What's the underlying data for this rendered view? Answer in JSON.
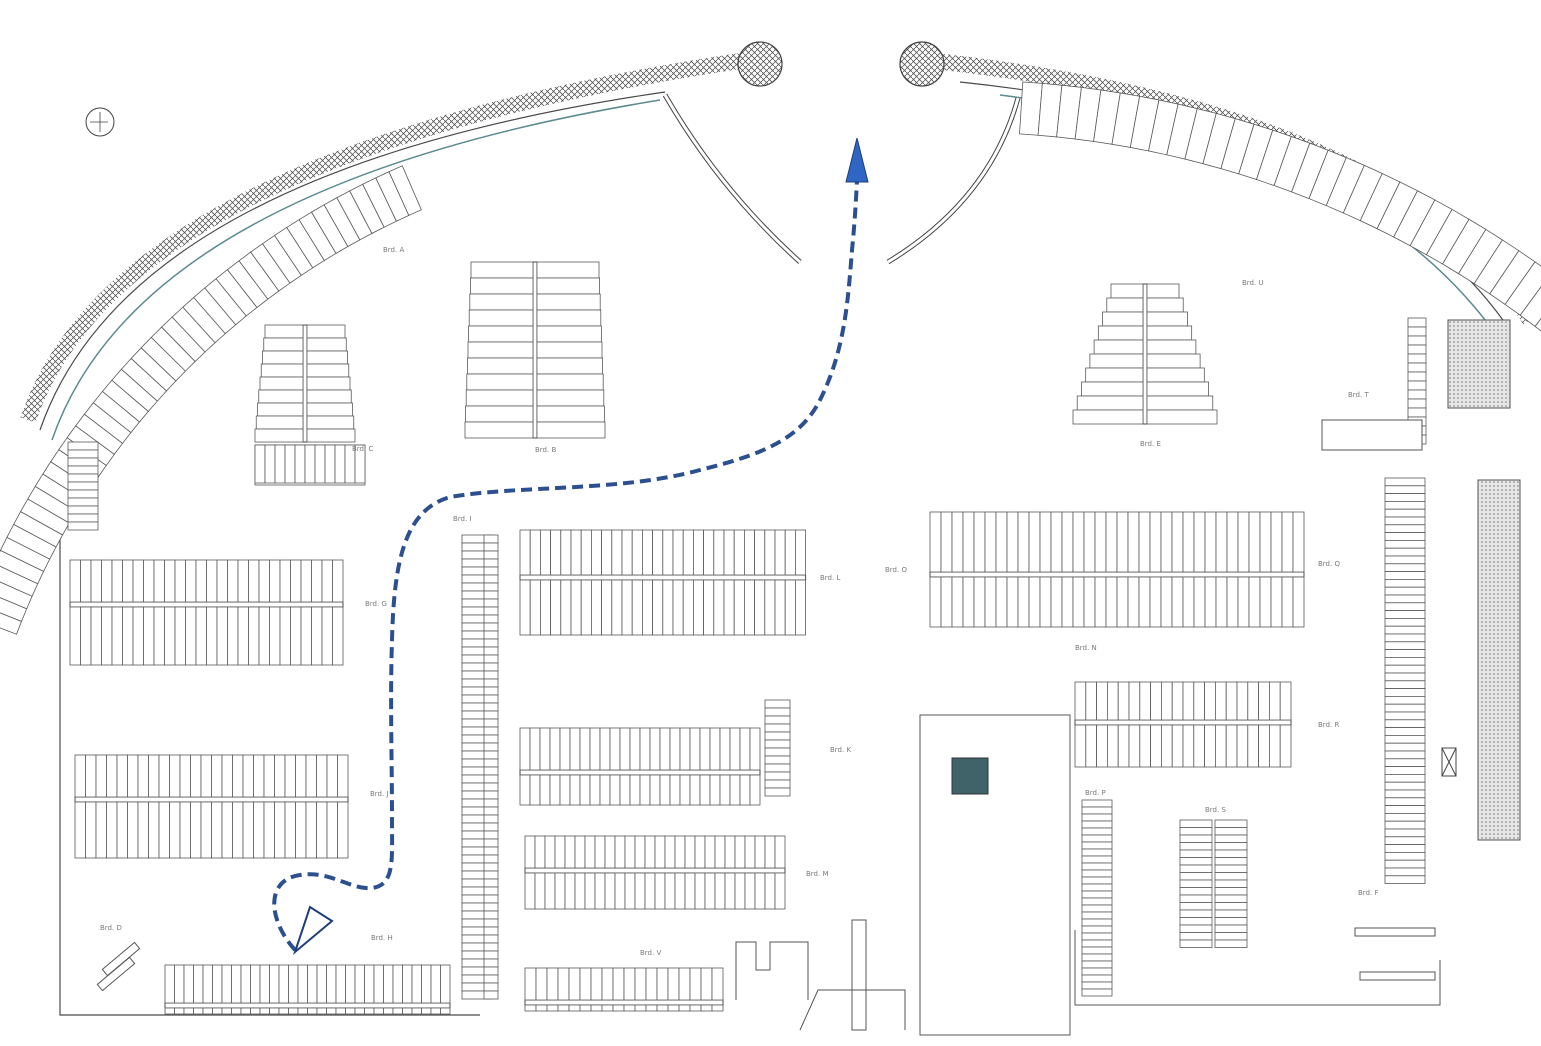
{
  "route": {
    "color": "#2b4f8f",
    "start_icon": "start-triangle-icon",
    "end_icon": "arrow-head-icon"
  },
  "compass_icon": "north-arrow-icon",
  "docks": [
    {
      "id": "A",
      "label": "Brd. A"
    },
    {
      "id": "B",
      "label": "Brd. B"
    },
    {
      "id": "C",
      "label": "Brd. C"
    },
    {
      "id": "D",
      "label": "Brd. D"
    },
    {
      "id": "E",
      "label": "Brd. E"
    },
    {
      "id": "F",
      "label": "Brd. F"
    },
    {
      "id": "G",
      "label": "Brd. G"
    },
    {
      "id": "H",
      "label": "Brd. H"
    },
    {
      "id": "I",
      "label": "Brd. I"
    },
    {
      "id": "J",
      "label": "Brd. J"
    },
    {
      "id": "K",
      "label": "Brd. K"
    },
    {
      "id": "L",
      "label": "Brd. L"
    },
    {
      "id": "M",
      "label": "Brd. M"
    },
    {
      "id": "N",
      "label": "Brd. N"
    },
    {
      "id": "O",
      "label": "Brd. O"
    },
    {
      "id": "P",
      "label": "Brd. P"
    },
    {
      "id": "Q",
      "label": "Brd. Q"
    },
    {
      "id": "R",
      "label": "Brd. R"
    },
    {
      "id": "S",
      "label": "Brd. S"
    },
    {
      "id": "T",
      "label": "Brd. T"
    },
    {
      "id": "U",
      "label": "Brd. U"
    },
    {
      "id": "V",
      "label": "Brd. V"
    }
  ]
}
